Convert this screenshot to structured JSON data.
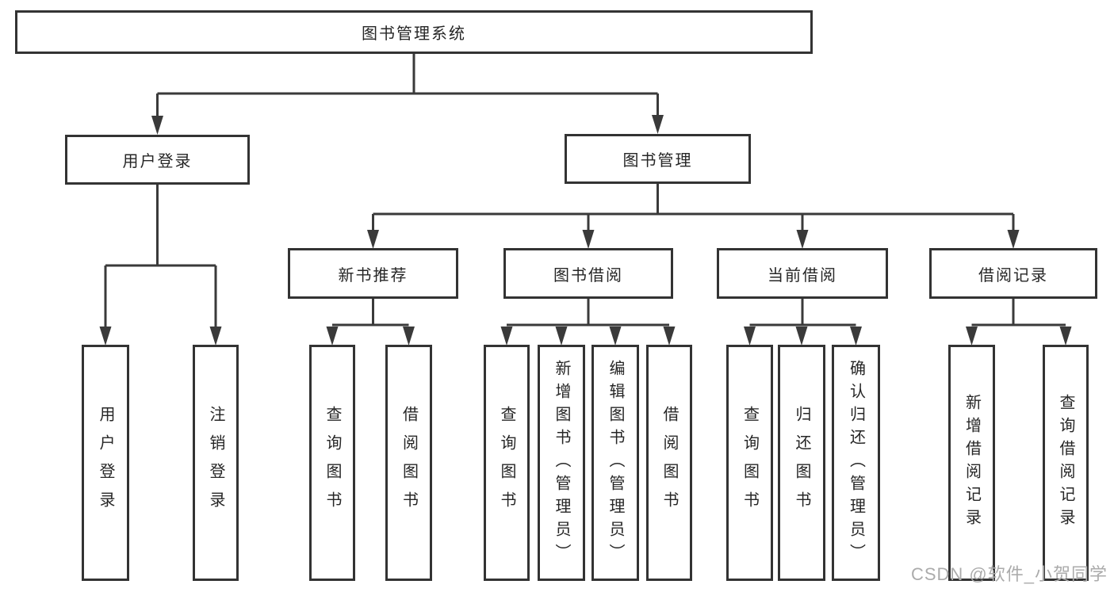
{
  "diagram": {
    "title": "图书管理系统",
    "nodes": {
      "root": {
        "label": "图书管理系统"
      },
      "user_login": {
        "label": "用户登录"
      },
      "book_mgmt": {
        "label": "图书管理"
      },
      "new_book_rec": {
        "label": "新书推荐"
      },
      "book_borrow": {
        "label": "图书借阅"
      },
      "current_borrow": {
        "label": "当前借阅"
      },
      "borrow_records": {
        "label": "借阅记录"
      },
      "leaf_user_login": {
        "label": "用户登录"
      },
      "leaf_logout": {
        "label": "注销登录"
      },
      "leaf_query_book_rec": {
        "label": "查询图书"
      },
      "leaf_borrow_book_rec": {
        "label": "借阅图书"
      },
      "leaf_query_book_borrow": {
        "label": "查询图书"
      },
      "leaf_add_book": {
        "label": "新增图书（管理员）"
      },
      "leaf_edit_book": {
        "label": "编辑图书（管理员）"
      },
      "leaf_borrow_book_borrow": {
        "label": "借阅图书"
      },
      "leaf_query_book_current": {
        "label": "查询图书"
      },
      "leaf_return_book": {
        "label": "归还图书"
      },
      "leaf_confirm_return": {
        "label": "确认归还（管理员）"
      },
      "leaf_add_borrow_record": {
        "label": "新增借阅记录"
      },
      "leaf_query_borrow_record": {
        "label": "查询借阅记录"
      }
    }
  },
  "watermark": "CSDN @软件_小贺同学",
  "colors": {
    "line": "#3a3a3a",
    "box_border": "#333333",
    "box_fill": "#ffffff",
    "text": "#262626",
    "watermark": "#ababab",
    "background": "#ffffff"
  }
}
